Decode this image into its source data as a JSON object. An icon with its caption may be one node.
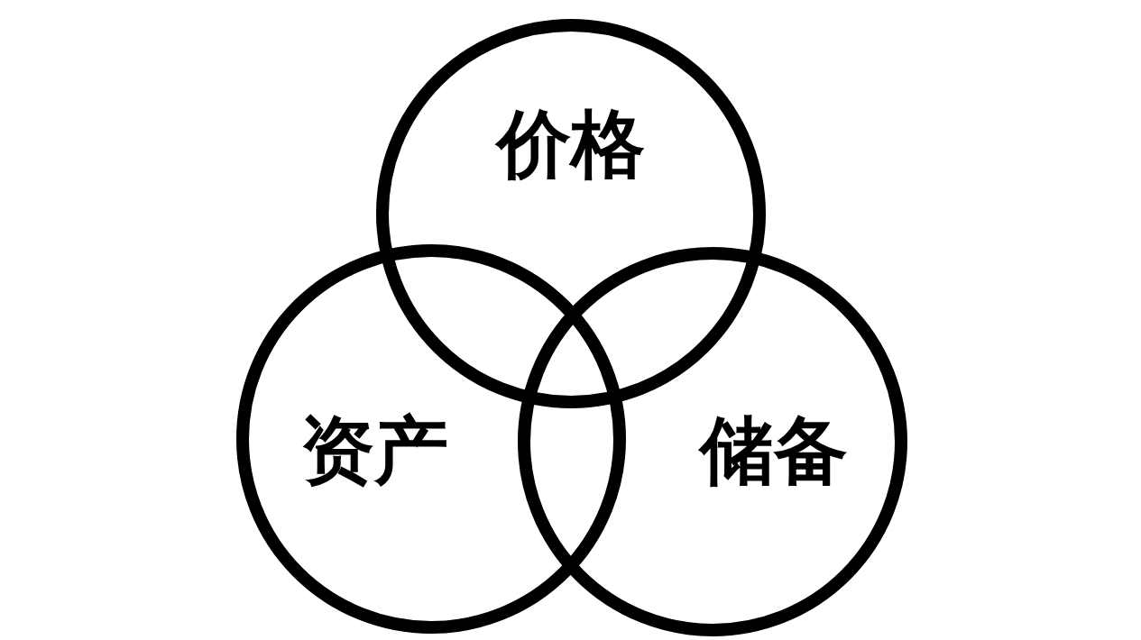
{
  "diagram": {
    "nodes": [
      {
        "text": [
          "价格"
        ]
      },
      {
        "text": [
          "资产"
        ]
      },
      {
        "text": [
          "储备"
        ]
      }
    ],
    "edges": []
  }
}
